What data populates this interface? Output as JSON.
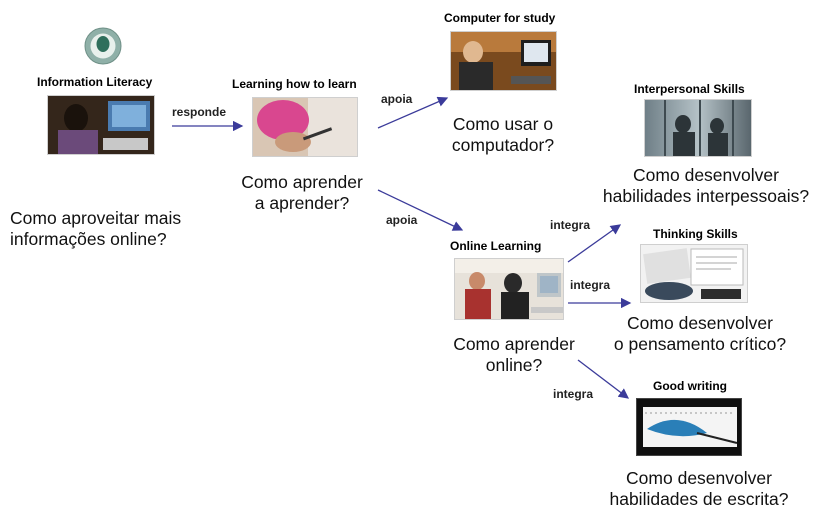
{
  "nodes": {
    "info_literacy": {
      "title": "Information Literacy",
      "question_line1": "Como aproveitar mais",
      "question_line2": "informações online?"
    },
    "learning_to_learn": {
      "title": "Learning how  to learn",
      "question_line1": "Como aprender",
      "question_line2": "a aprender?"
    },
    "computer_study": {
      "title": "Computer  for study",
      "question_line1": "Como usar o",
      "question_line2": "computador?"
    },
    "online_learning": {
      "title": "Online Learning",
      "question_line1": "Como aprender",
      "question_line2": "online?"
    },
    "interpersonal": {
      "title": "Interpersonal Skills",
      "question_line1": "Como desenvolver",
      "question_line2": "habilidades interpessoais?"
    },
    "thinking": {
      "title": "Thinking Skills",
      "question_line1": "Como desenvolver",
      "question_line2": "o pensamento crítico?"
    },
    "writing": {
      "title": "Good writing",
      "question_line1": "Como desenvolver",
      "question_line2": "habilidades de escrita?"
    }
  },
  "relations": {
    "responde": "responde",
    "apoia_computer": "apoia",
    "apoia_online": "apoia",
    "integra_interpersonal": "integra",
    "integra_thinking": "integra",
    "integra_writing": "integra"
  },
  "colors": {
    "arrow": "#3b3b9a",
    "logo_outer": "#8fb0a8",
    "logo_inner": "#2f6f5c"
  },
  "icons": {
    "logo": "circle-logo-icon"
  }
}
